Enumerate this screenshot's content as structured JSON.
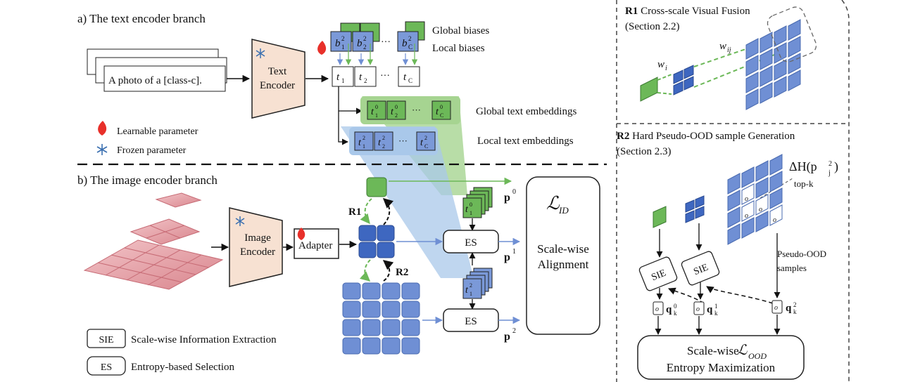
{
  "section_a": {
    "title": "a) The text encoder branch",
    "prompt_text": "A photo of a [class-c].",
    "encoder_line1": "Text",
    "encoder_line2": "Encoder",
    "global_biases": "Global biases",
    "local_biases": "Local biases",
    "global_embeddings": "Global text embeddings",
    "local_embeddings": "Local text embeddings",
    "learnable": "Learnable parameter",
    "frozen": "Frozen parameter",
    "ellipsis": "···"
  },
  "section_b": {
    "title": "b) The image encoder branch",
    "encoder_line1": "Image",
    "encoder_line2": "Encoder",
    "adapter": "Adapter",
    "r1": "R1",
    "r2": "R2",
    "es": "ES",
    "loss_id": "ℒ",
    "loss_id_sub": "ID",
    "alignment_line1": "Scale-wise",
    "alignment_line2": "Alignment",
    "p0": "p",
    "p0_sup": "0",
    "p1_sup": "1",
    "p2_sup": "2"
  },
  "legend": {
    "sie_abbr": "SIE",
    "sie_text": "Scale-wise Information Extraction",
    "es_abbr": "ES",
    "es_text": "Entropy-based Selection"
  },
  "r1_panel": {
    "title_bold": "R1",
    "title_rest": " Cross-scale Visual Fusion",
    "section": "(Section 2.2)",
    "wi": "w",
    "wi_sub": "i",
    "wij_sub": "ij"
  },
  "r2_panel": {
    "title_bold": "R2",
    "title_rest": " Hard Pseudo-OOD sample Generation",
    "section": "(Section 2.3)",
    "delta_h": "ΔH(p",
    "delta_h_sub": "j",
    "delta_h_sup": "2",
    "topk": "top-k",
    "pseudo_line1": "Pseudo-OOD",
    "pseudo_line2": "samples",
    "sie": "SIE",
    "ood_mark": "o",
    "q": "q",
    "q_sub": "k",
    "loss_line1": "Scale-wise",
    "loss_ood_sub": "OOD",
    "loss_line2": "Entropy Maximization"
  },
  "colors": {
    "blue": "#6f8fd4",
    "blue_dark": "#3e67c0",
    "green": "#6cb858",
    "green_light": "#a6d491",
    "encoder_fill": "#f7e1d2",
    "flame": "#e8302a",
    "snow": "#3a6fb0"
  }
}
